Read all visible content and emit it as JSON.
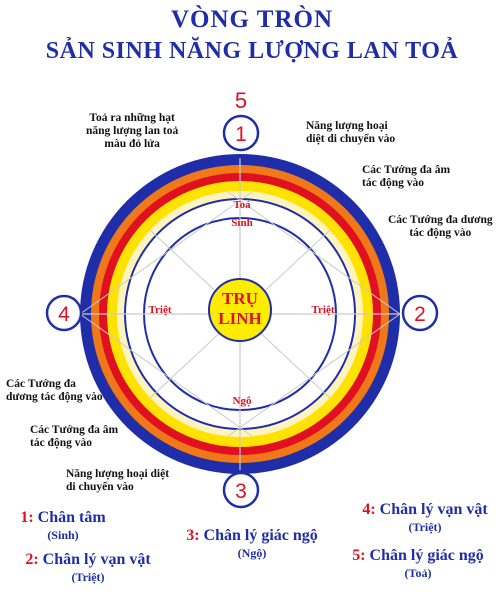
{
  "title": {
    "line1": "VÒNG TRÒN",
    "line2": "SẢN SINH NĂNG LƯỢNG LAN TOẢ"
  },
  "diagram": {
    "top_number": "5",
    "nodes": {
      "top": "1",
      "right": "2",
      "bottom": "3",
      "left": "4"
    },
    "center": {
      "line1": "TRỤ",
      "line2": "LINH"
    },
    "inner_labels": {
      "toa": "Toả",
      "sinh": "Sinh",
      "triet_left": "Triệt",
      "triet_right": "Triệt",
      "ngo": "Ngộ"
    },
    "colors": {
      "blue": "#1f2ea8",
      "orange": "#f07818",
      "red": "#e01020",
      "yellow": "#ffe200",
      "cream": "#fff4c0",
      "center_fill": "#ffec00",
      "spoke": "#c9c9c9"
    }
  },
  "notes": {
    "n1": "Toả ra những hạt\nnăng lượng lan toả\nmàu đỏ lửa",
    "n2": "Năng lượng hoại\ndiệt di chuyển vào",
    "n3": "Các Tướng đa âm\ntác động vào",
    "n4": "Các Tướng đa dương\ntác động vào",
    "n5": "Các Tướng đa\ndương tác động vào",
    "n6": "Các Tướng đa âm\ntác động vào",
    "n7": "Năng lượng hoại diệt\ndi chuyển vào"
  },
  "legend": {
    "l1": {
      "num": "1:",
      "text": "Chân tâm",
      "sub": "(Sinh)"
    },
    "l2": {
      "num": "2:",
      "text": "Chân lý vạn vật",
      "sub": "(Triệt)"
    },
    "l3": {
      "num": "3:",
      "text": "Chân lý giác ngộ",
      "sub": "(Ngộ)"
    },
    "l4": {
      "num": "4:",
      "text": "Chân lý vạn vật",
      "sub": "(Triệt)"
    },
    "l5": {
      "num": "5:",
      "text": "Chân lý giác ngộ",
      "sub": "(Toả)"
    }
  }
}
